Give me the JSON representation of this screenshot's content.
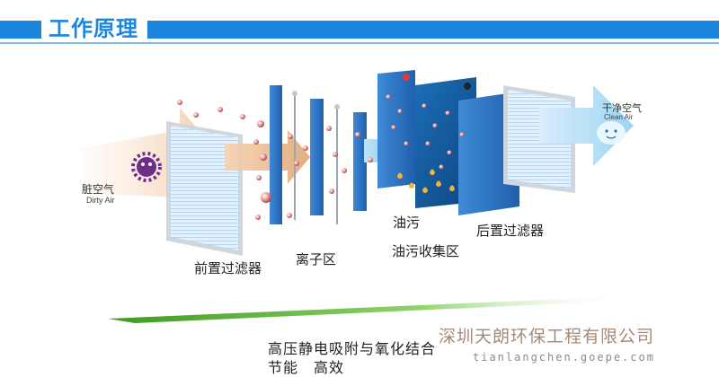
{
  "header": {
    "title": "工作原理"
  },
  "labels": {
    "dirty_air": "脏空气",
    "dirty_air_en": "Dirty Air",
    "clean_air": "干净空气",
    "clean_air_en": "Clean Air",
    "pre_filter": "前置过滤器",
    "ion_zone": "离子区",
    "oil_stain": "油污",
    "oil_collection": "油污收集区",
    "post_filter": "后置过滤器"
  },
  "caption": {
    "line1": "高压静电吸附与氧化结合",
    "line2": "节能　高效"
  },
  "watermark": {
    "company": "深圳天朗环保工程有限公司",
    "url": "tianlangchen.goepe.com"
  },
  "colors": {
    "header_blue": "#1b86de",
    "panel_blue": "#2a6fc4",
    "dark_panel": "#0f4f8c",
    "arrow_orange": "#f2c9a0",
    "green_base": "#5ab82e"
  }
}
